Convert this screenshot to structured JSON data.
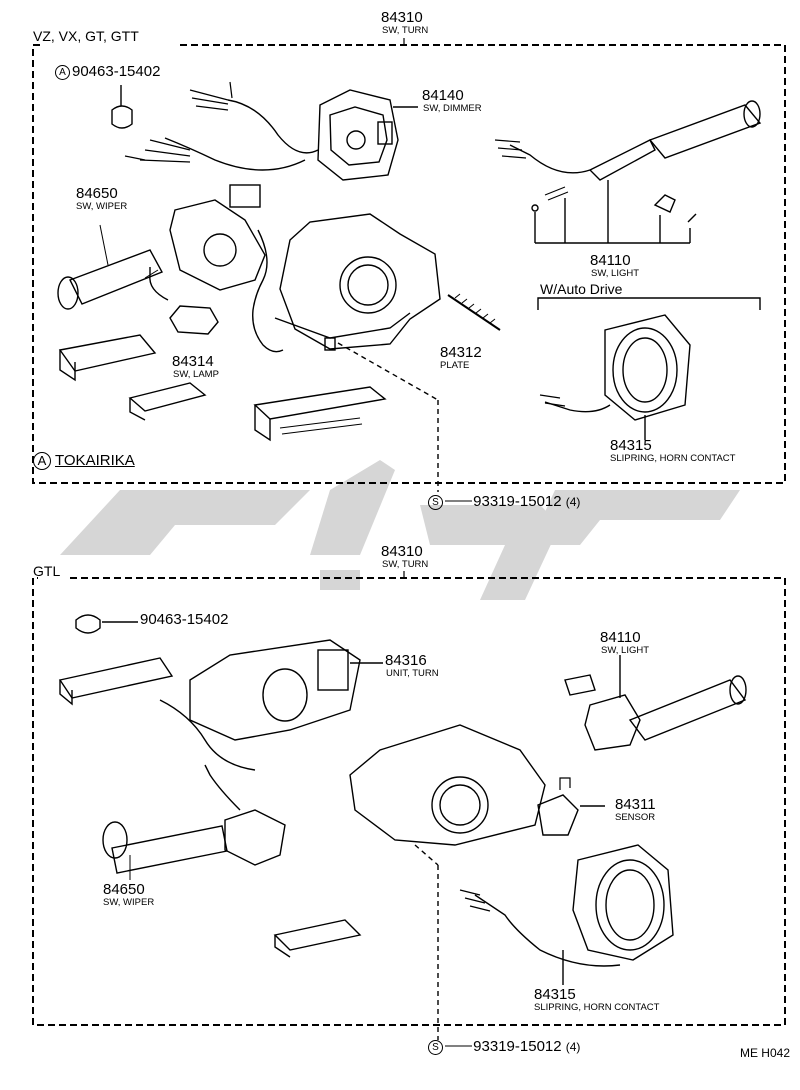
{
  "top_section": {
    "variants": "VZ, VX, GT, GTT",
    "main_part": {
      "number": "84310",
      "name": "SW, TURN"
    },
    "clip": {
      "marker": "A",
      "number": "90463-15402"
    },
    "dimmer": {
      "number": "84140",
      "name": "SW, DIMMER"
    },
    "wiper": {
      "number": "84650",
      "name": "SW, WIPER"
    },
    "lamp": {
      "number": "84314",
      "name": "SW, LAMP"
    },
    "plate": {
      "number": "84312",
      "name": "PLATE"
    },
    "light": {
      "number": "84110",
      "name": "SW, LIGHT"
    },
    "auto_drive_label": "W/Auto Drive",
    "spiral": {
      "number": "84315",
      "name": "SLIPRING, HORN CONTACT"
    },
    "manufacturer": {
      "marker": "A",
      "name": "TOKAIRIKA"
    },
    "screw": {
      "marker": "S",
      "number": "93319-15012",
      "qty": "(4)"
    }
  },
  "bottom_section": {
    "variants": "GTL",
    "main_part": {
      "number": "84310",
      "name": "SW, TURN"
    },
    "clip": {
      "number": "90463-15402"
    },
    "unit": {
      "number": "84316",
      "name": "UNIT, TURN"
    },
    "light": {
      "number": "84110",
      "name": "SW, LIGHT"
    },
    "sensor": {
      "number": "84311",
      "name": "SENSOR"
    },
    "wiper": {
      "number": "84650",
      "name": "SW, WIPER"
    },
    "spiral": {
      "number": "84315",
      "name": "SLIPRING, HORN CONTACT"
    },
    "screw": {
      "marker": "S",
      "number": "93319-15012",
      "qty": "(4)"
    }
  },
  "diagram_code": "ME H042",
  "colors": {
    "line": "#000000",
    "watermark": "#c8c8c8",
    "background": "#ffffff"
  },
  "icons": [
    "screw-symbol",
    "watermark-logo"
  ]
}
